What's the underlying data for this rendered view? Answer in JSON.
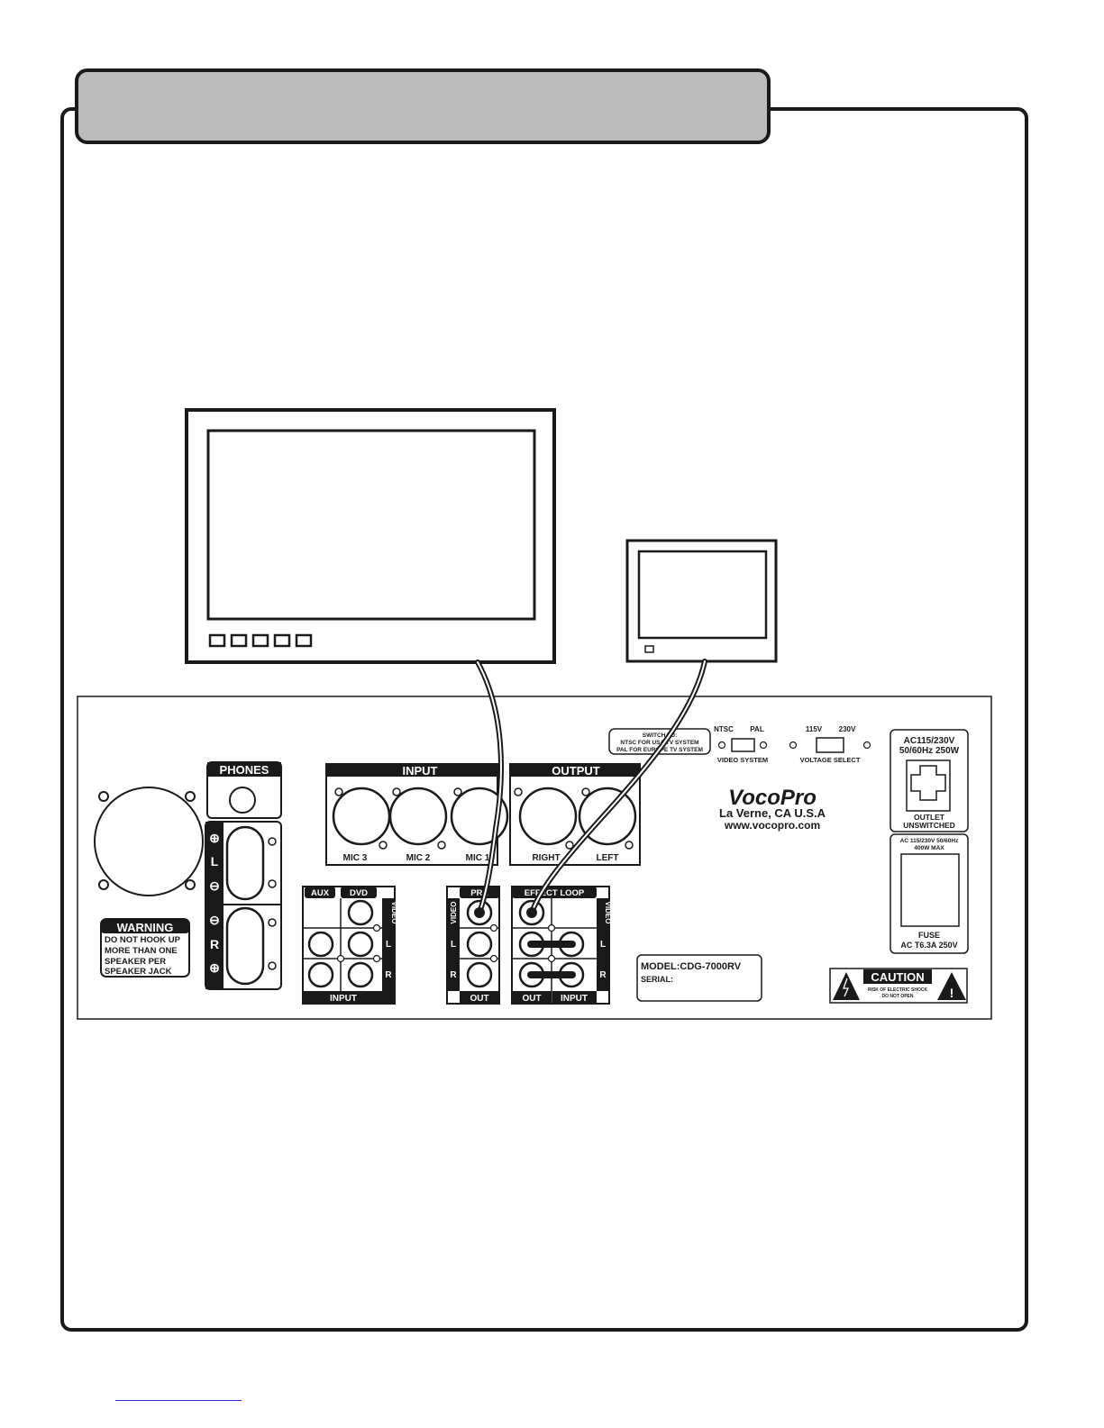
{
  "rear_panel": {
    "phones_label": "PHONES",
    "speaker_left": "L",
    "speaker_right": "R",
    "plus_sign": "⊕",
    "minus_sign": "⊖",
    "warning": {
      "title": "WARNING",
      "lines": [
        "DO NOT HOOK UP",
        "MORE THAN ONE",
        "SPEAKER PER",
        "SPEAKER JACK"
      ]
    },
    "mic_input": {
      "title": "INPUT",
      "mic3": "MIC 3",
      "mic2": "MIC 2",
      "mic1": "MIC 1"
    },
    "line_output": {
      "title": "OUTPUT",
      "right": "RIGHT",
      "left": "LEFT"
    },
    "av_input": {
      "aux": "AUX",
      "dvd": "DVD",
      "video": "VIDEO",
      "l": "L",
      "r": "R",
      "input": "INPUT"
    },
    "pre_out": {
      "title": "PRE",
      "video": "VIDEO",
      "l": "L",
      "r": "R",
      "out": "OUT"
    },
    "effect_loop": {
      "title": "EFFECT LOOP",
      "video": "VIDEO",
      "l": "L",
      "r": "R",
      "out": "OUT",
      "input": "INPUT"
    },
    "switch_note": [
      "SWITCH TO:",
      "NTSC FOR USA TV SYSTEM",
      "PAL FOR EUROPE TV SYSTEM"
    ],
    "video_system": {
      "ntsc": "NTSC",
      "pal": "PAL",
      "label": "VIDEO SYSTEM"
    },
    "voltage": {
      "v115": "115V",
      "v230": "230V",
      "label": "VOLTAGE SELECT"
    },
    "brand": {
      "logo": "VocoPro",
      "location": "La Verne, CA U.S.A",
      "url": "www.vocopro.com"
    },
    "model": {
      "model_line": "MODEL:CDG-7000RV",
      "serial_line": "SERIAL:"
    },
    "outlet": {
      "rating_line1": "AC115/230V",
      "rating_line2": "50/60Hz 250W",
      "label_line1": "OUTLET",
      "label_line2": "UNSWITCHED"
    },
    "fuse": {
      "rating_line1": "AC 115/230V 50/60Hz",
      "rating_line2": "400W MAX",
      "label_line1": "FUSE",
      "label_line2": "AC T6.3A 250V"
    },
    "caution": {
      "title": "CAUTION",
      "line1": "RISK OF ELECTRIC SHOCK",
      "line2": "DO NOT OPEN",
      "exclamation": "!"
    }
  }
}
